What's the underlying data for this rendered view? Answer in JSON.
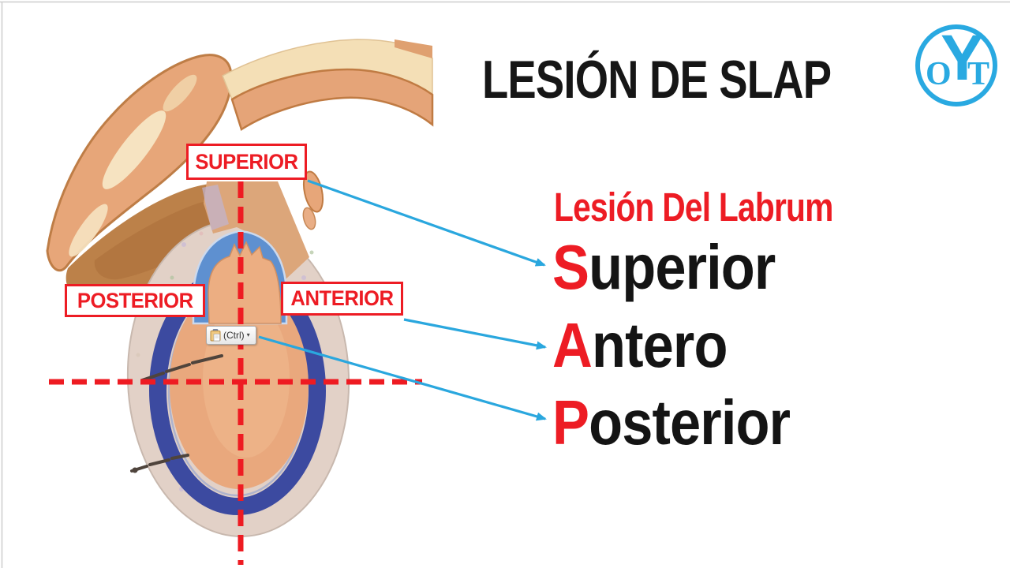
{
  "slide": {
    "title": "LESIÓN DE SLAP",
    "logo": {
      "letter_o": "O",
      "letter_y": "Y",
      "letter_t": "T"
    },
    "annotation": {
      "subtitle": "Lesión Del Labrum",
      "terms": [
        {
          "initial": "S",
          "rest": "uperior"
        },
        {
          "initial": "A",
          "rest": "ntero"
        },
        {
          "initial": "P",
          "rest": "osterior"
        }
      ]
    },
    "diagram": {
      "labels": {
        "superior": "SUPERIOR",
        "posterior": "POSTERIOR",
        "anterior": "ANTERIOR"
      },
      "paste_options_button": {
        "label": "(Ctrl)",
        "caret": "▾"
      }
    },
    "colors": {
      "label_red": "#ED1C24",
      "dashed_line_red": "#EE1B22",
      "arrow_blue": "#2AA7DE",
      "logo_blue": "#29A9E1",
      "labrum_ring_blue": "#3C4AA0",
      "cap_blue": "#5E90D0",
      "bone_tan": "#E7A679",
      "bone_shadow_brown": "#BC8149",
      "bone_highlight_cream": "#F6E3C1"
    }
  }
}
